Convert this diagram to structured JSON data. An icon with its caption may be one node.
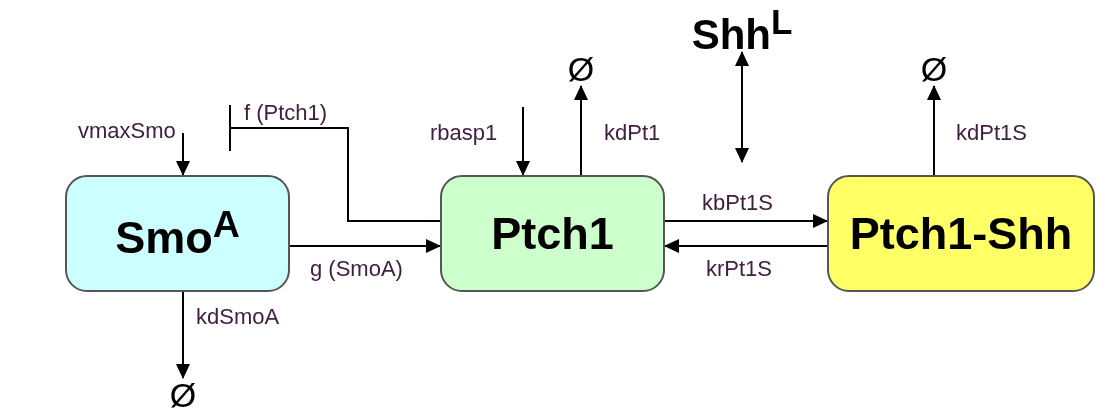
{
  "diagram": {
    "nodes": [
      {
        "text": [
          "Smo$^{A}$"
        ]
      },
      {
        "text": [
          "Ptch1"
        ]
      },
      {
        "text": [
          "Ptch1-Shh"
        ]
      },
      {
        "text": [
          "Ø"
        ]
      },
      {
        "text": [
          "Ø"
        ]
      },
      {
        "text": [
          "Shh$^{L}$"
        ]
      },
      {
        "text": [
          "Ø"
        ]
      }
    ],
    "edges": [
      {
        "from": null,
        "to": 0,
        "arrow": "to",
        "label": "vmaxSmo"
      },
      {
        "from": 0,
        "to": 3,
        "arrow": "to",
        "label": "kdSmoA"
      },
      {
        "from": 1,
        "to": null,
        "arrow": "other",
        "label": "f (Ptch1)"
      },
      {
        "from": 0,
        "to": 1,
        "arrow": "to",
        "label": "g (SmoA)"
      },
      {
        "from": null,
        "to": 1,
        "arrow": "to",
        "label": "rbasp1"
      },
      {
        "from": 1,
        "to": 4,
        "arrow": "to",
        "label": "kdPt1"
      },
      {
        "from": 5,
        "to": null,
        "arrow": "both"
      },
      {
        "from": 1,
        "to": 2,
        "arrow": "to",
        "label": "kbPt1S"
      },
      {
        "from": 2,
        "to": 1,
        "arrow": "to",
        "label": "krPt1S"
      },
      {
        "from": 2,
        "to": 6,
        "arrow": "to",
        "label": "kdPt1S"
      }
    ]
  }
}
